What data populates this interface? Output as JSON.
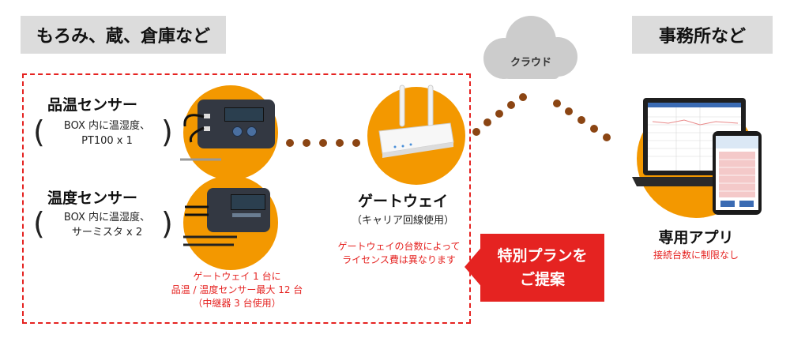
{
  "areas": {
    "site_label": "もろみ、蔵、倉庫など",
    "office_label": "事務所など",
    "cloud_label": "クラウド"
  },
  "sensors": [
    {
      "title": "品温センサー",
      "desc_line1": "BOX 内に温湿度、",
      "desc_line2": "PT100 x 1"
    },
    {
      "title": "温度センサー",
      "desc_line1": "BOX 内に温湿度、",
      "desc_line2": "サーミスタ x 2"
    }
  ],
  "sensor_note": {
    "line1": "ゲートウェイ 1 台に",
    "line2": "品温 / 温度センサー最大 12 台",
    "line3": "（中継器 3 台使用）"
  },
  "gateway": {
    "title": "ゲートウェイ",
    "subtitle": "（キャリア回線使用）",
    "note_line1": "ゲートウェイの台数によって",
    "note_line2": "ライセンス費は異なります"
  },
  "proposal": {
    "line1": "特別プランを",
    "line2": "ご提案"
  },
  "app": {
    "title": "専用アプリ",
    "note": "接続台数に制限なし"
  },
  "colors": {
    "accent_orange": "#f39800",
    "accent_red": "#e52321",
    "dots": "#8b4513",
    "label_gray": "#dcdcdc"
  }
}
